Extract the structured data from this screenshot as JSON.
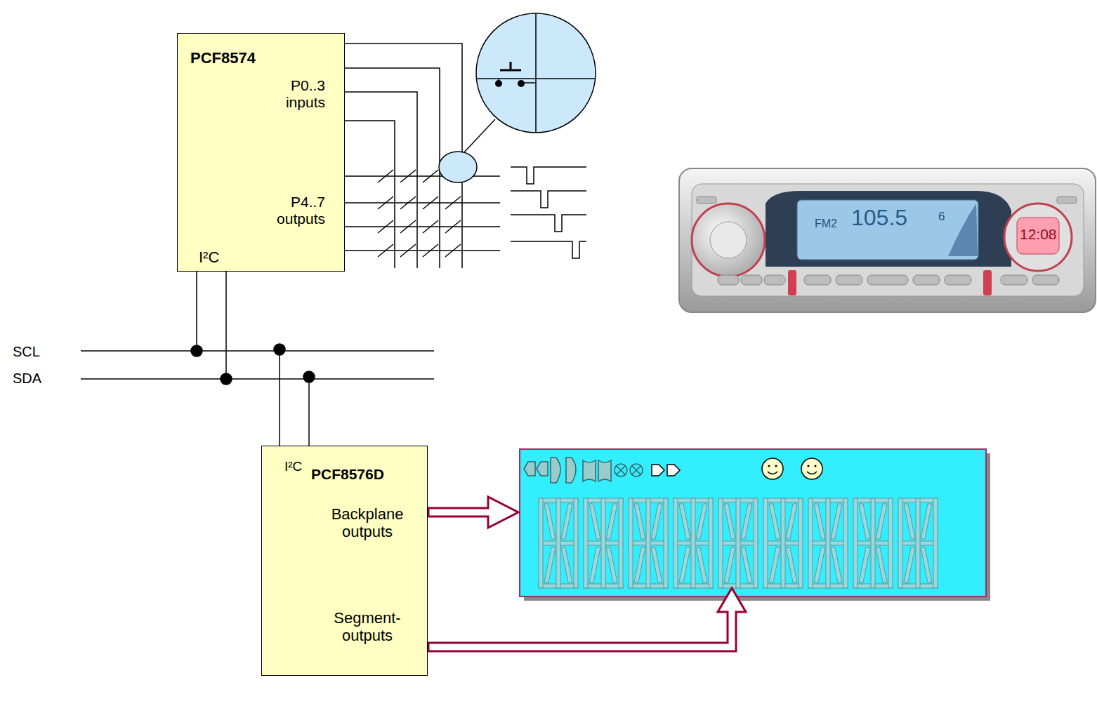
{
  "diagram": {
    "nodes": [
      {
        "text": [
          "PCF8574",
          "P0..3 inputs",
          "P4..7 outputs",
          "I²C"
        ]
      },
      {
        "text": [
          "I²C",
          "PCF8576D",
          "Backplane outputs",
          "Segment-outputs"
        ]
      }
    ],
    "labels": [
      "SCL",
      "SDA",
      "FM2",
      "105.5",
      "6",
      "12:08"
    ]
  }
}
